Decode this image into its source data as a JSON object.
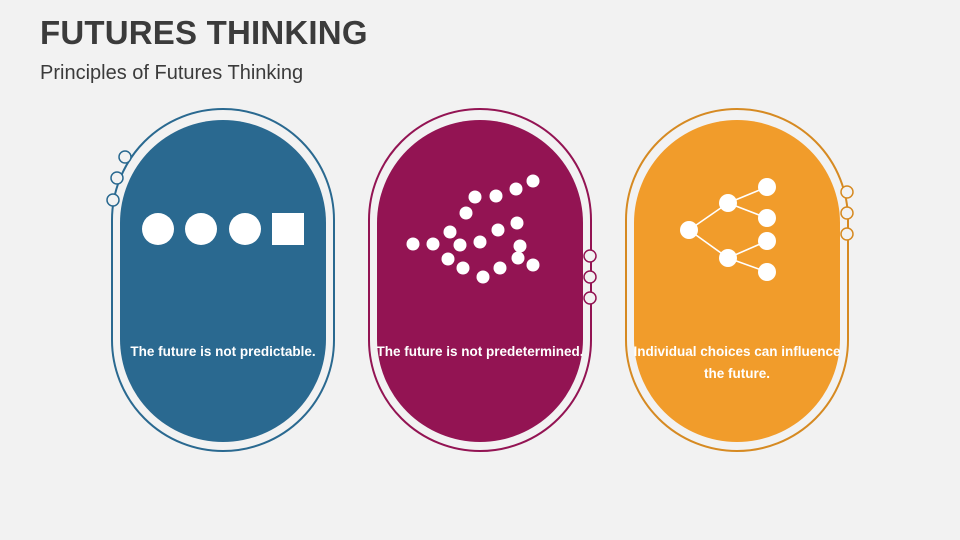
{
  "header": {
    "title": "FUTURES THINKING",
    "subtitle": "Principles of Futures Thinking"
  },
  "cards": [
    {
      "text": "The future is not predictable.",
      "color": "#2a6990",
      "icon": "shapes-sequence-icon"
    },
    {
      "text": "The future is not predetermined.",
      "color": "#931453",
      "icon": "scattered-paths-icon"
    },
    {
      "text": "Individual choices can influence the future.",
      "color": "#f19c2b",
      "icon": "branching-tree-icon"
    }
  ]
}
